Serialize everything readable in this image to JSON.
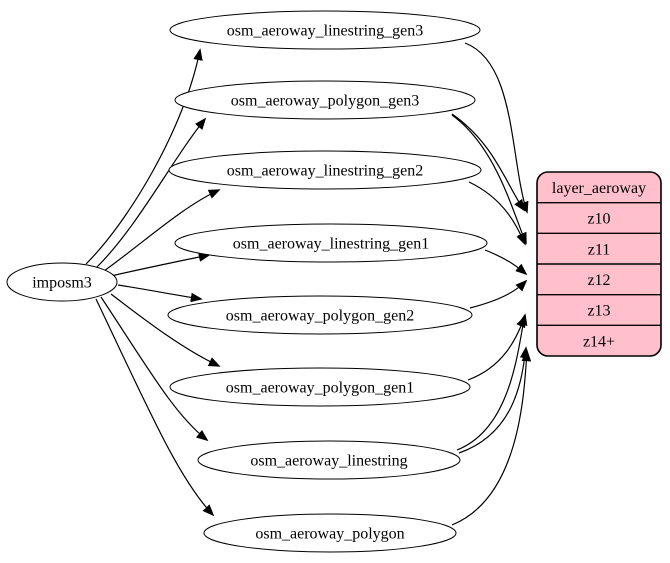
{
  "diagram": {
    "source": {
      "label": "imposm3"
    },
    "tables": [
      {
        "label": "osm_aeroway_linestring_gen3",
        "targets": [
          "z10"
        ]
      },
      {
        "label": "osm_aeroway_polygon_gen3",
        "targets": [
          "z10",
          "z11"
        ]
      },
      {
        "label": "osm_aeroway_linestring_gen2",
        "targets": [
          "z11"
        ]
      },
      {
        "label": "osm_aeroway_linestring_gen1",
        "targets": [
          "z12"
        ]
      },
      {
        "label": "osm_aeroway_polygon_gen2",
        "targets": [
          "z12"
        ]
      },
      {
        "label": "osm_aeroway_polygon_gen1",
        "targets": [
          "z13"
        ]
      },
      {
        "label": "osm_aeroway_linestring",
        "targets": [
          "z13",
          "z14+"
        ]
      },
      {
        "label": "osm_aeroway_polygon",
        "targets": [
          "z14+"
        ]
      }
    ],
    "layer": {
      "title": "layer_aeroway",
      "rows": [
        "z10",
        "z11",
        "z12",
        "z13",
        "z14+"
      ]
    },
    "edges_from_source": [
      "osm_aeroway_linestring_gen3",
      "osm_aeroway_polygon_gen3",
      "osm_aeroway_linestring_gen2",
      "osm_aeroway_linestring_gen1",
      "osm_aeroway_polygon_gen2",
      "osm_aeroway_polygon_gen1",
      "osm_aeroway_linestring",
      "osm_aeroway_polygon"
    ],
    "colors": {
      "layer_fill": "#FFC0CB",
      "table_fill": "#FFFFFF",
      "stroke": "#000000",
      "background": "#FFFFFF"
    }
  }
}
